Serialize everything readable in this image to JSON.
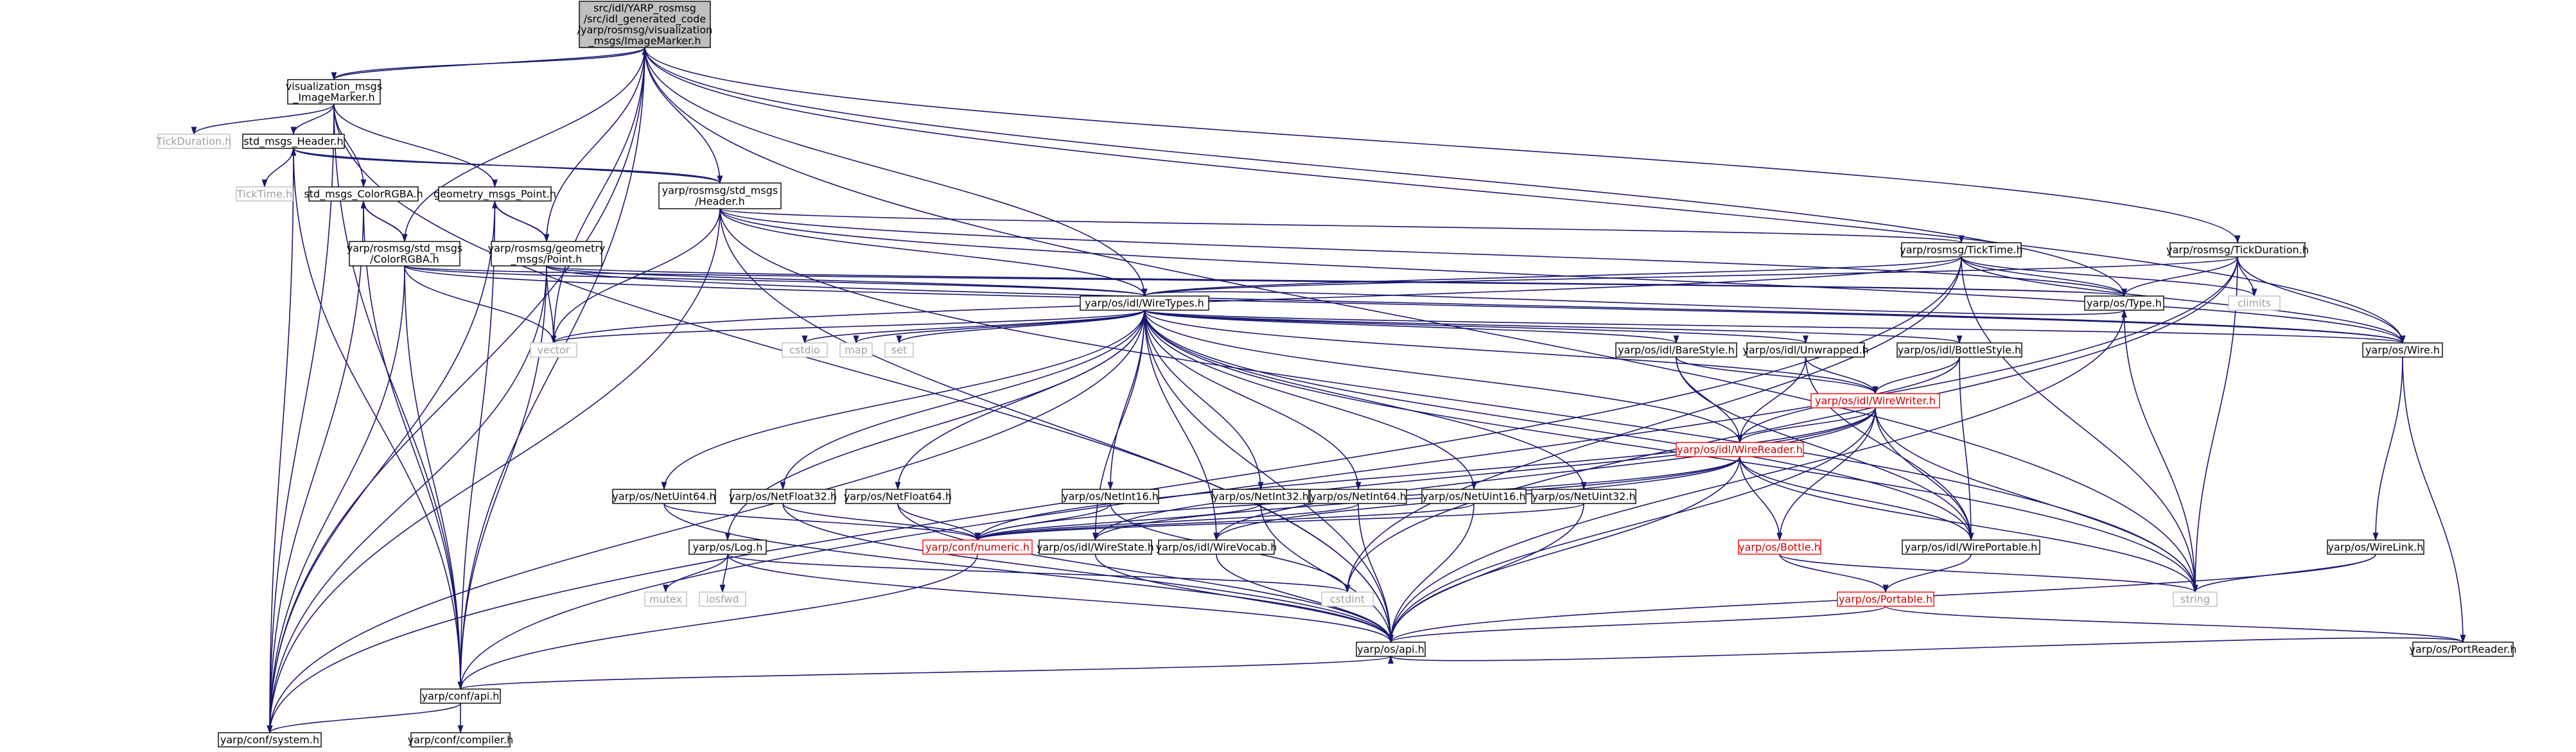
{
  "colors": {
    "edge": "#191970",
    "node_border": "#000000",
    "node_border_muted": "#bfbfbf",
    "node_border_incomplete": "#ff0000",
    "root_fill": "#bfbfbf",
    "node_fill": "#ffffff",
    "text": "#000000",
    "text_muted": "#a0a0a0",
    "text_red": "#cc0000"
  },
  "nodes": [
    {
      "id": "root",
      "lines": [
        "src/idl/YARP_rosmsg",
        "/src/idl_generated_code",
        "/yarp/rosmsg/visualization",
        "_msgs/ImageMarker.h"
      ],
      "style": "root"
    },
    {
      "id": "vis_img",
      "lines": [
        "visualization_msgs",
        "_ImageMarker.h"
      ],
      "style": "normal"
    },
    {
      "id": "tickdur",
      "lines": [
        "TickDuration.h"
      ],
      "style": "muted"
    },
    {
      "id": "stdhdr",
      "lines": [
        "std_msgs_Header.h"
      ],
      "style": "normal"
    },
    {
      "id": "ticktime_h",
      "lines": [
        "TickTime.h"
      ],
      "style": "muted"
    },
    {
      "id": "stdcolor",
      "lines": [
        "std_msgs_ColorRGBA.h"
      ],
      "style": "normal"
    },
    {
      "id": "geompoint",
      "lines": [
        "geometry_msgs_Point.h"
      ],
      "style": "normal"
    },
    {
      "id": "y_stdhdr",
      "lines": [
        "yarp/rosmsg/std_msgs",
        "/Header.h"
      ],
      "style": "normal"
    },
    {
      "id": "y_color",
      "lines": [
        "yarp/rosmsg/std_msgs",
        "/ColorRGBA.h"
      ],
      "style": "normal"
    },
    {
      "id": "y_geom",
      "lines": [
        "yarp/rosmsg/geometry",
        "_msgs/Point.h"
      ],
      "style": "normal"
    },
    {
      "id": "y_ticktime",
      "lines": [
        "yarp/rosmsg/TickTime.h"
      ],
      "style": "normal"
    },
    {
      "id": "y_tickdur",
      "lines": [
        "yarp/rosmsg/TickDuration.h"
      ],
      "style": "normal"
    },
    {
      "id": "wiretypes",
      "lines": [
        "yarp/os/idl/WireTypes.h"
      ],
      "style": "normal"
    },
    {
      "id": "type_h",
      "lines": [
        "yarp/os/Type.h"
      ],
      "style": "normal"
    },
    {
      "id": "climits",
      "lines": [
        "climits"
      ],
      "style": "muted"
    },
    {
      "id": "vector",
      "lines": [
        "vector"
      ],
      "style": "muted"
    },
    {
      "id": "cstdio",
      "lines": [
        "cstdio"
      ],
      "style": "muted"
    },
    {
      "id": "map",
      "lines": [
        "map"
      ],
      "style": "muted"
    },
    {
      "id": "set",
      "lines": [
        "set"
      ],
      "style": "muted"
    },
    {
      "id": "wire_h",
      "lines": [
        "yarp/os/Wire.h"
      ],
      "style": "normal"
    },
    {
      "id": "barestyle",
      "lines": [
        "yarp/os/idl/BareStyle.h"
      ],
      "style": "normal"
    },
    {
      "id": "unwrapped",
      "lines": [
        "yarp/os/idl/Unwrapped.h"
      ],
      "style": "normal"
    },
    {
      "id": "bottlestyle",
      "lines": [
        "yarp/os/idl/BottleStyle.h"
      ],
      "style": "normal"
    },
    {
      "id": "wirewriter",
      "lines": [
        "yarp/os/idl/WireWriter.h"
      ],
      "style": "incomplete"
    },
    {
      "id": "netuint64",
      "lines": [
        "yarp/os/NetUint64.h"
      ],
      "style": "normal"
    },
    {
      "id": "netfloat32",
      "lines": [
        "yarp/os/NetFloat32.h"
      ],
      "style": "normal"
    },
    {
      "id": "netfloat64",
      "lines": [
        "yarp/os/NetFloat64.h"
      ],
      "style": "normal"
    },
    {
      "id": "netint16",
      "lines": [
        "yarp/os/NetInt16.h"
      ],
      "style": "normal"
    },
    {
      "id": "netint32",
      "lines": [
        "yarp/os/NetInt32.h"
      ],
      "style": "normal"
    },
    {
      "id": "netint64",
      "lines": [
        "yarp/os/NetInt64.h"
      ],
      "style": "normal"
    },
    {
      "id": "netuint16",
      "lines": [
        "yarp/os/NetUint16.h"
      ],
      "style": "normal"
    },
    {
      "id": "netuint32",
      "lines": [
        "yarp/os/NetUint32.h"
      ],
      "style": "normal"
    },
    {
      "id": "wirereader",
      "lines": [
        "yarp/os/idl/WireReader.h"
      ],
      "style": "incomplete"
    },
    {
      "id": "log_h",
      "lines": [
        "yarp/os/Log.h"
      ],
      "style": "normal"
    },
    {
      "id": "numeric",
      "lines": [
        "yarp/conf/numeric.h"
      ],
      "style": "incomplete"
    },
    {
      "id": "wirestate",
      "lines": [
        "yarp/os/idl/WireState.h"
      ],
      "style": "normal"
    },
    {
      "id": "wirevocab",
      "lines": [
        "yarp/os/idl/WireVocab.h"
      ],
      "style": "normal"
    },
    {
      "id": "bottle",
      "lines": [
        "yarp/os/Bottle.h"
      ],
      "style": "incomplete"
    },
    {
      "id": "wireportable",
      "lines": [
        "yarp/os/idl/WirePortable.h"
      ],
      "style": "normal"
    },
    {
      "id": "wirelink",
      "lines": [
        "yarp/os/WireLink.h"
      ],
      "style": "normal"
    },
    {
      "id": "mutex",
      "lines": [
        "mutex"
      ],
      "style": "muted"
    },
    {
      "id": "iosfwd",
      "lines": [
        "iosfwd"
      ],
      "style": "muted"
    },
    {
      "id": "cstdint",
      "lines": [
        "cstdint"
      ],
      "style": "muted"
    },
    {
      "id": "string",
      "lines": [
        "string"
      ],
      "style": "muted"
    },
    {
      "id": "portable",
      "lines": [
        "yarp/os/Portable.h"
      ],
      "style": "incomplete"
    },
    {
      "id": "portreader",
      "lines": [
        "yarp/os/PortReader.h"
      ],
      "style": "normal"
    },
    {
      "id": "os_api",
      "lines": [
        "yarp/os/api.h"
      ],
      "style": "normal"
    },
    {
      "id": "conf_api",
      "lines": [
        "yarp/conf/api.h"
      ],
      "style": "normal"
    },
    {
      "id": "conf_system",
      "lines": [
        "yarp/conf/system.h"
      ],
      "style": "normal"
    },
    {
      "id": "conf_compiler",
      "lines": [
        "yarp/conf/compiler.h"
      ],
      "style": "normal"
    }
  ],
  "edges": [
    [
      "root",
      "vis_img"
    ],
    [
      "root",
      "y_stdhdr"
    ],
    [
      "root",
      "y_color"
    ],
    [
      "root",
      "y_geom"
    ],
    [
      "root",
      "wiretypes"
    ],
    [
      "root",
      "vector"
    ],
    [
      "root",
      "type_h"
    ],
    [
      "root",
      "wire_h"
    ],
    [
      "root",
      "string"
    ],
    [
      "root",
      "y_tickdur"
    ],
    [
      "root",
      "conf_api"
    ],
    [
      "root",
      "conf_system"
    ],
    [
      "vis_img",
      "root"
    ],
    [
      "vis_img",
      "tickdur"
    ],
    [
      "vis_img",
      "stdhdr"
    ],
    [
      "vis_img",
      "stdcolor"
    ],
    [
      "vis_img",
      "geompoint"
    ],
    [
      "vis_img",
      "conf_api"
    ],
    [
      "vis_img",
      "conf_system"
    ],
    [
      "vis_img",
      "os_api"
    ],
    [
      "stdhdr",
      "ticktime_h"
    ],
    [
      "stdhdr",
      "y_stdhdr"
    ],
    [
      "stdhdr",
      "conf_api"
    ],
    [
      "stdhdr",
      "conf_system"
    ],
    [
      "stdcolor",
      "y_color"
    ],
    [
      "stdcolor",
      "conf_api"
    ],
    [
      "stdcolor",
      "conf_system"
    ],
    [
      "geompoint",
      "y_geom"
    ],
    [
      "geompoint",
      "conf_api"
    ],
    [
      "geompoint",
      "conf_system"
    ],
    [
      "y_stdhdr",
      "stdhdr"
    ],
    [
      "y_stdhdr",
      "y_ticktime"
    ],
    [
      "y_stdhdr",
      "wiretypes"
    ],
    [
      "y_stdhdr",
      "vector"
    ],
    [
      "y_stdhdr",
      "type_h"
    ],
    [
      "y_stdhdr",
      "wire_h"
    ],
    [
      "y_stdhdr",
      "string"
    ],
    [
      "y_stdhdr",
      "conf_system"
    ],
    [
      "y_stdhdr",
      "os_api"
    ],
    [
      "y_color",
      "stdcolor"
    ],
    [
      "y_color",
      "wiretypes"
    ],
    [
      "y_color",
      "vector"
    ],
    [
      "y_color",
      "type_h"
    ],
    [
      "y_color",
      "wire_h"
    ],
    [
      "y_color",
      "conf_system"
    ],
    [
      "y_color",
      "conf_api"
    ],
    [
      "y_geom",
      "geompoint"
    ],
    [
      "y_geom",
      "wiretypes"
    ],
    [
      "y_geom",
      "vector"
    ],
    [
      "y_geom",
      "type_h"
    ],
    [
      "y_geom",
      "wire_h"
    ],
    [
      "y_geom",
      "conf_system"
    ],
    [
      "y_geom",
      "conf_api"
    ],
    [
      "y_ticktime",
      "wiretypes"
    ],
    [
      "y_ticktime",
      "climits"
    ],
    [
      "y_ticktime",
      "type_h"
    ],
    [
      "y_ticktime",
      "wire_h"
    ],
    [
      "y_ticktime",
      "vector"
    ],
    [
      "y_ticktime",
      "string"
    ],
    [
      "y_ticktime",
      "cstdint"
    ],
    [
      "y_ticktime",
      "conf_system"
    ],
    [
      "y_tickdur",
      "wiretypes"
    ],
    [
      "y_tickdur",
      "climits"
    ],
    [
      "y_tickdur",
      "type_h"
    ],
    [
      "y_tickdur",
      "wire_h"
    ],
    [
      "y_tickdur",
      "string"
    ],
    [
      "y_tickdur",
      "cstdint"
    ],
    [
      "y_tickdur",
      "conf_api"
    ],
    [
      "wiretypes",
      "vector"
    ],
    [
      "wiretypes",
      "cstdio"
    ],
    [
      "wiretypes",
      "map"
    ],
    [
      "wiretypes",
      "set"
    ],
    [
      "wiretypes",
      "string"
    ],
    [
      "wiretypes",
      "barestyle"
    ],
    [
      "wiretypes",
      "unwrapped"
    ],
    [
      "wiretypes",
      "bottlestyle"
    ],
    [
      "wiretypes",
      "wirewriter"
    ],
    [
      "wiretypes",
      "wirereader"
    ],
    [
      "wiretypes",
      "netuint64"
    ],
    [
      "wiretypes",
      "netfloat32"
    ],
    [
      "wiretypes",
      "netfloat64"
    ],
    [
      "wiretypes",
      "netint16"
    ],
    [
      "wiretypes",
      "netint32"
    ],
    [
      "wiretypes",
      "netint64"
    ],
    [
      "wiretypes",
      "netuint16"
    ],
    [
      "wiretypes",
      "netuint32"
    ],
    [
      "wiretypes",
      "log_h"
    ],
    [
      "wiretypes",
      "wirestate"
    ],
    [
      "wiretypes",
      "wirevocab"
    ],
    [
      "wiretypes",
      "wireportable"
    ],
    [
      "wiretypes",
      "wire_h"
    ],
    [
      "wiretypes",
      "type_h"
    ],
    [
      "wiretypes",
      "os_api"
    ],
    [
      "wiretypes",
      "conf_system"
    ],
    [
      "type_h",
      "string"
    ],
    [
      "type_h",
      "os_api"
    ],
    [
      "wire_h",
      "wirelink"
    ],
    [
      "wire_h",
      "portreader"
    ],
    [
      "barestyle",
      "wirewriter"
    ],
    [
      "barestyle",
      "wirereader"
    ],
    [
      "barestyle",
      "wireportable"
    ],
    [
      "unwrapped",
      "wirewriter"
    ],
    [
      "unwrapped",
      "wirereader"
    ],
    [
      "unwrapped",
      "wireportable"
    ],
    [
      "bottlestyle",
      "wirewriter"
    ],
    [
      "bottlestyle",
      "wirereader"
    ],
    [
      "bottlestyle",
      "wireportable"
    ],
    [
      "wirewriter",
      "wirereader"
    ],
    [
      "wirewriter",
      "bottle"
    ],
    [
      "wirewriter",
      "numeric"
    ],
    [
      "wirewriter",
      "wirestate"
    ],
    [
      "wirewriter",
      "wirevocab"
    ],
    [
      "wirewriter",
      "wireportable"
    ],
    [
      "wirewriter",
      "string"
    ],
    [
      "wirewriter",
      "os_api"
    ],
    [
      "wirereader",
      "numeric"
    ],
    [
      "wirereader",
      "wirestate"
    ],
    [
      "wirereader",
      "wirevocab"
    ],
    [
      "wirereader",
      "bottle"
    ],
    [
      "wirereader",
      "wireportable"
    ],
    [
      "wirereader",
      "string"
    ],
    [
      "wirereader",
      "os_api"
    ],
    [
      "netuint64",
      "numeric"
    ],
    [
      "netuint64",
      "os_api"
    ],
    [
      "netfloat32",
      "numeric"
    ],
    [
      "netfloat32",
      "os_api"
    ],
    [
      "netfloat64",
      "numeric"
    ],
    [
      "netfloat64",
      "os_api"
    ],
    [
      "netint16",
      "numeric"
    ],
    [
      "netint16",
      "cstdint"
    ],
    [
      "netint32",
      "numeric"
    ],
    [
      "netint32",
      "os_api"
    ],
    [
      "netint64",
      "numeric"
    ],
    [
      "netint64",
      "os_api"
    ],
    [
      "netuint16",
      "numeric"
    ],
    [
      "netuint16",
      "os_api"
    ],
    [
      "netuint32",
      "numeric"
    ],
    [
      "netuint32",
      "os_api"
    ],
    [
      "log_h",
      "mutex"
    ],
    [
      "log_h",
      "iosfwd"
    ],
    [
      "log_h",
      "cstdint"
    ],
    [
      "log_h",
      "os_api"
    ],
    [
      "numeric",
      "conf_api"
    ],
    [
      "wirestate",
      "os_api"
    ],
    [
      "wirevocab",
      "os_api"
    ],
    [
      "bottle",
      "portable"
    ],
    [
      "bottle",
      "string"
    ],
    [
      "wireportable",
      "portable"
    ],
    [
      "wirelink",
      "string"
    ],
    [
      "wirelink",
      "os_api"
    ],
    [
      "portable",
      "portreader"
    ],
    [
      "portable",
      "os_api"
    ],
    [
      "portreader",
      "os_api"
    ],
    [
      "os_api",
      "conf_api"
    ],
    [
      "conf_api",
      "conf_system"
    ],
    [
      "conf_api",
      "conf_compiler"
    ]
  ]
}
